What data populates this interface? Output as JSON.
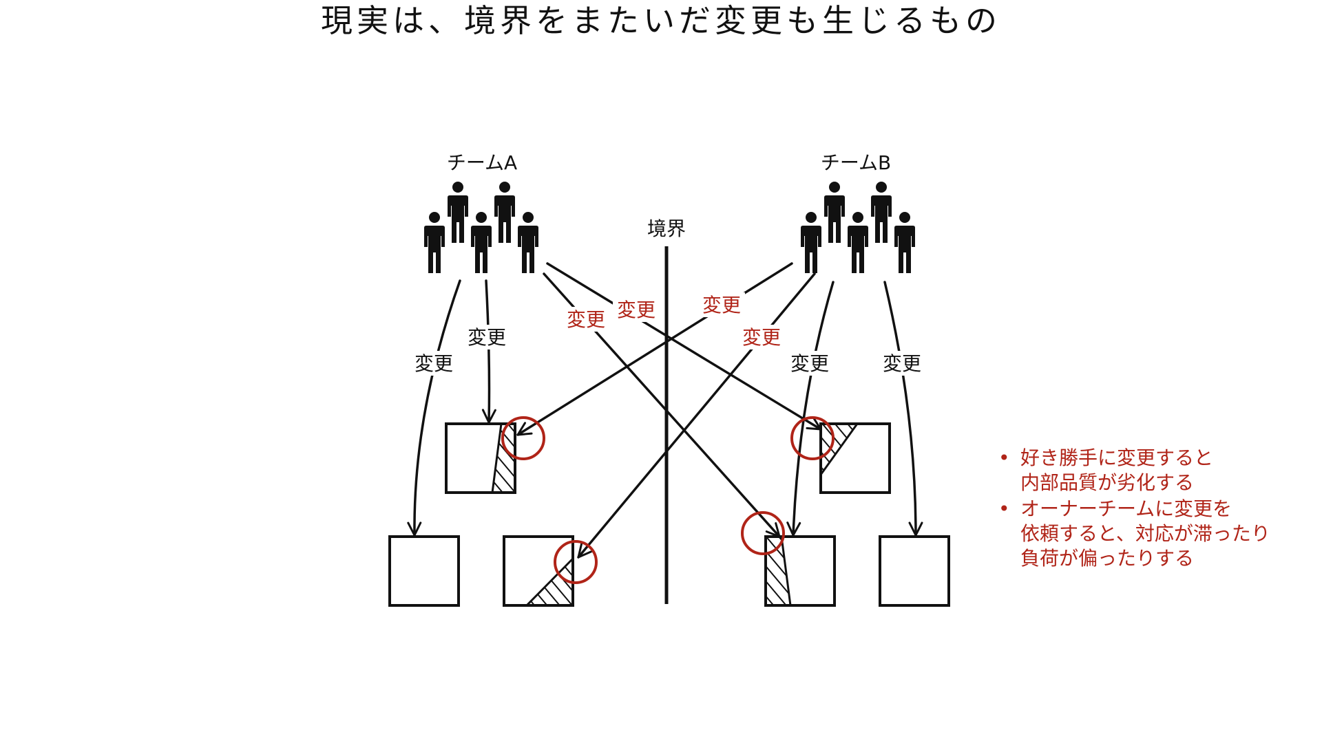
{
  "title": "現実は、境界をまたいだ変更も生じるもの",
  "teams": {
    "a_label": "チームA",
    "b_label": "チームB"
  },
  "boundary_label": "境界",
  "arrow_labels": {
    "a_left": "変更",
    "a_mid": "変更",
    "cross_a_1": "変更",
    "cross_a_2": "変更",
    "cross_b_1": "変更",
    "cross_b_2": "変更",
    "b_mid": "変更",
    "b_right": "変更"
  },
  "notes": [
    {
      "bullet": "•",
      "lines": [
        "好き勝手に変更すると",
        "内部品質が劣化する"
      ]
    },
    {
      "bullet": "•",
      "lines": [
        "オーナーチームに変更を",
        "依頼すると、対応が滞ったり",
        "負荷が偏ったりする"
      ]
    }
  ],
  "colors": {
    "ink": "#111111",
    "accent": "#b02418"
  },
  "icons": {
    "person": "person-icon"
  }
}
